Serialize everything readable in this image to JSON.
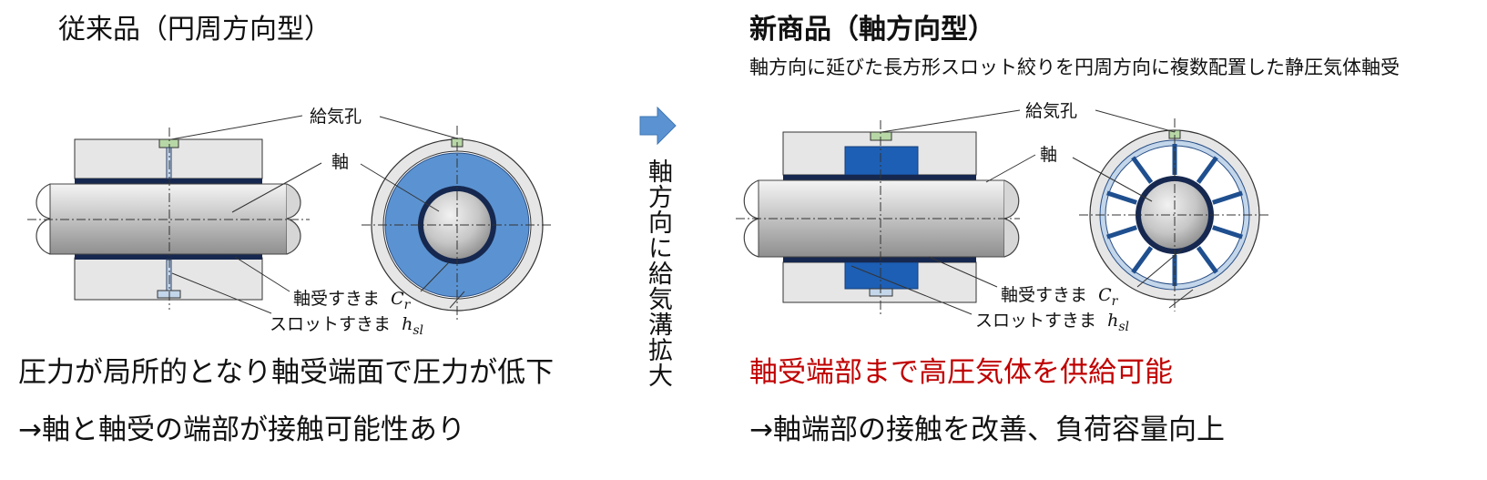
{
  "left": {
    "title": "従来品（円周方向型）",
    "labels": {
      "supply_hole": "給気孔",
      "shaft": "軸",
      "bearing_clearance": "軸受すきま",
      "slot_clearance": "スロットすきま"
    },
    "note_line1": "圧力が局所的となり軸受端面で圧力が低下",
    "note_line2": "→軸と軸受の端部が接触可能性あり"
  },
  "center": {
    "arrow_icon": "right-arrow-icon",
    "vertical_text": "軸方向に給気溝拡大"
  },
  "right": {
    "title": "新商品（軸方向型）",
    "subtitle": "軸方向に延びた長方形スロット絞りを円周方向に複数配置した静圧気体軸受",
    "labels": {
      "supply_hole": "給気孔",
      "shaft": "軸",
      "bearing_clearance": "軸受すきま",
      "slot_clearance": "スロットすきま"
    },
    "note_line1": "軸受端部まで高圧気体を供給可能",
    "note_line2": "→軸端部の接触を改善、負荷容量向上"
  },
  "symbols": {
    "cr_main": "C",
    "cr_sub": "r",
    "hsl_main": "h",
    "hsl_sub": "sl"
  },
  "colors": {
    "housing": "#e6e6e6",
    "outline": "#333333",
    "navy": "#16284f",
    "blue_ring": "#5b93d2",
    "blue_block": "#1d5fb4",
    "light_blue": "#c3d6ea",
    "green_hole": "#b7d7a6",
    "red": "#c00000",
    "arrow": "#5b93d2"
  }
}
